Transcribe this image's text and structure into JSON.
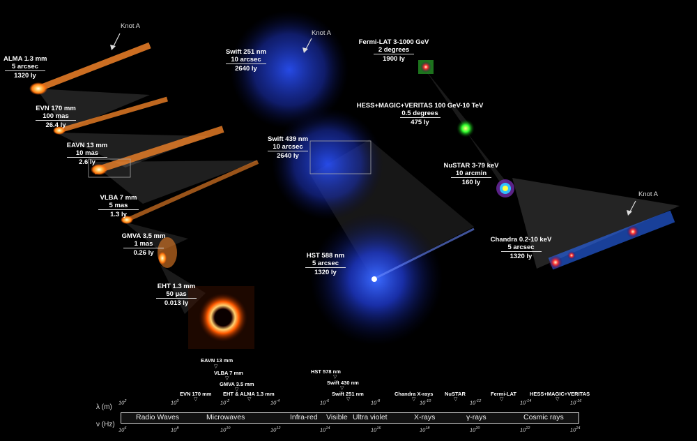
{
  "panels": {
    "alma": {
      "instrument": "ALMA 1.3 mm",
      "resolution": "5 arcsec",
      "scale": "1320 ly"
    },
    "evn": {
      "instrument": "EVN 170 mm",
      "resolution": "100 mas",
      "scale": "26.4 ly"
    },
    "eavn": {
      "instrument": "EAVN 13 mm",
      "resolution": "10 mas",
      "scale": "2.6 ly"
    },
    "vlba": {
      "instrument": "VLBA 7 mm",
      "resolution": "5 mas",
      "scale": "1.3 ly"
    },
    "gmva": {
      "instrument": "GMVA 3.5 mm",
      "resolution": "1 mas",
      "scale": "0.26 ly"
    },
    "eht": {
      "instrument": "EHT 1.3 mm",
      "resolution": "50 µas",
      "scale": "0.013 ly"
    },
    "swift251": {
      "instrument": "Swift 251 nm",
      "resolution": "10 arcsec",
      "scale": "2640 ly"
    },
    "swift439": {
      "instrument": "Swift 439 nm",
      "resolution": "10 arcsec",
      "scale": "2640 ly"
    },
    "hst": {
      "instrument": "HST 588 nm",
      "resolution": "5 arcsec",
      "scale": "1320 ly"
    },
    "fermi": {
      "instrument": "Fermi-LAT 3-1000 GeV",
      "resolution": "2 degrees",
      "scale": "1900 ly"
    },
    "hess": {
      "instrument": "HESS+MAGIC+VERITAS 100 GeV-10 TeV",
      "resolution": "0.5 degrees",
      "scale": "475 ly"
    },
    "nustar": {
      "instrument": "NuSTAR 3-79 keV",
      "resolution": "10 arcmin",
      "scale": "160 ly"
    },
    "chandra": {
      "instrument": "Chandra 0.2-10 keV",
      "resolution": "5 arcsec",
      "scale": "1320 ly"
    }
  },
  "knots": {
    "left": "Knot A",
    "middle": "Knot A",
    "right": "Knot A"
  },
  "spectrum": {
    "instruments": [
      "EAVN 13 mm",
      "VLBA 7 mm",
      "GMVA 3.5 mm",
      "EVN 170 mm",
      "EHT & ALMA 1.3 mm",
      "HST 578 nm",
      "Swift 430 nm",
      "Swift 251 nm",
      "Chandra X-rays",
      "NuSTAR",
      "Fermi-LAT",
      "HESS+MAGIC+VERITAS"
    ],
    "lambda_label": "λ (m)",
    "nu_label": "ν (Hz)",
    "lambda_ticks": [
      {
        "base": "10",
        "exp": "2"
      },
      {
        "base": "10",
        "exp": "0"
      },
      {
        "base": "10",
        "exp": "-2"
      },
      {
        "base": "10",
        "exp": "-4"
      },
      {
        "base": "10",
        "exp": "-6"
      },
      {
        "base": "10",
        "exp": "-8"
      },
      {
        "base": "10",
        "exp": "-10"
      },
      {
        "base": "10",
        "exp": "-12"
      },
      {
        "base": "10",
        "exp": "-14"
      },
      {
        "base": "10",
        "exp": "-16"
      }
    ],
    "nu_ticks": [
      {
        "base": "10",
        "exp": "6"
      },
      {
        "base": "10",
        "exp": "8"
      },
      {
        "base": "10",
        "exp": "10"
      },
      {
        "base": "10",
        "exp": "12"
      },
      {
        "base": "10",
        "exp": "14"
      },
      {
        "base": "10",
        "exp": "16"
      },
      {
        "base": "10",
        "exp": "18"
      },
      {
        "base": "10",
        "exp": "20"
      },
      {
        "base": "10",
        "exp": "22"
      },
      {
        "base": "10",
        "exp": "24"
      }
    ],
    "bands": [
      "Radio Waves",
      "Microwaves",
      "Infra-red",
      "Visible",
      "Ultra violet",
      "X-rays",
      "γ-rays",
      "Cosmic rays"
    ]
  },
  "colors": {
    "radio": "#ff8a2a",
    "optical": "#2a4dff",
    "fermi": "#ff3a6a",
    "hess": "#3aff3a",
    "chandra": "#ff4020"
  }
}
